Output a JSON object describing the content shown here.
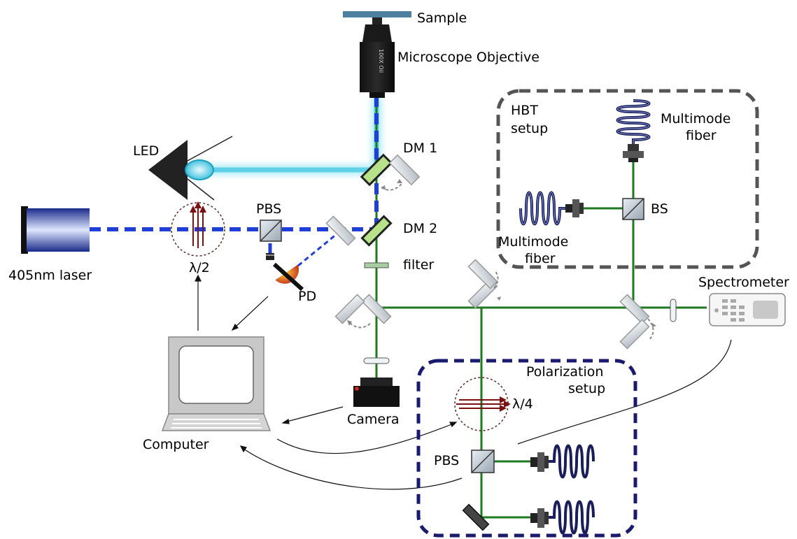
{
  "labels": {
    "sample": "Sample",
    "objective": "Microscope Objective",
    "objective_engraving": "100X Oil",
    "led": "LED",
    "dm1": "DM 1",
    "dm2": "DM 2",
    "pbs_top": "PBS",
    "laser": "405nm laser",
    "half_wave": "λ/2",
    "pd": "PD",
    "filter": "filter",
    "computer": "Computer",
    "camera": "Camera",
    "hbt_line1": "HBT",
    "hbt_line2": "setup",
    "multimode_top_line1": "Multimode",
    "multimode_top_line2": "fiber",
    "bs": "BS",
    "multimode_left_line1": "Multimode",
    "multimode_left_line2": "fiber",
    "spectrometer": "Spectrometer",
    "pol_line1": "Polarization",
    "pol_line2": "setup",
    "quarter_wave": "λ/4",
    "pbs_bottom": "PBS"
  },
  "colors": {
    "laser_beam": "#1f3fd6",
    "led_beam": "#5fd0e6",
    "detection_path": "#1e7a1e",
    "hbt_box": "#555555",
    "pol_box": "#1a1a6e",
    "fiber": "#1a1f5a",
    "waveplate_arrows": "#7a1010"
  }
}
